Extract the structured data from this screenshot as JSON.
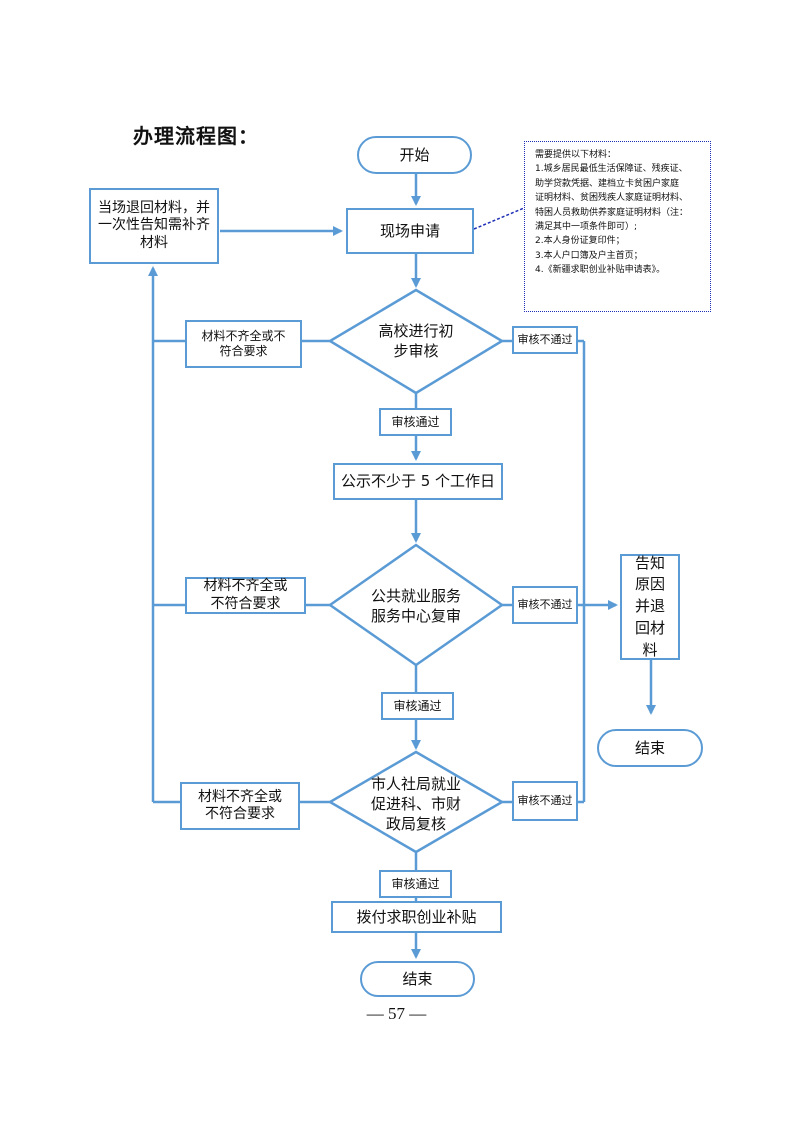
{
  "title": "办理流程图：",
  "page_number": "— 57 —",
  "colors": {
    "line": "#5b9bd5",
    "note_border": "#1f2fb5"
  },
  "nodes": {
    "start": "开始",
    "apply": "现场申请",
    "return_materials": "当场退回材料，并一次性告知需补齐材料",
    "review1": "高校进行初步审核",
    "pass1": "审核通过",
    "publicity": "公示不少于 5 个工作日",
    "review2": "公共就业服务服务中心复审",
    "pass2": "审核通过",
    "review3": "市人社局就业促进科、市财政局复核",
    "pass3": "审核通过",
    "payout": "拨付求职创业补贴",
    "end_main": "结束",
    "fail1": "审核不通过",
    "fail2": "审核不通过",
    "fail3": "审核不通过",
    "incomplete1": "材料不齐全或不符合要求",
    "incomplete2": "材料不齐全或不符合要求",
    "incomplete3": "材料不齐全或不符合要求",
    "notify_return": "告知原因并退回材料",
    "end_side": "结束"
  },
  "note": {
    "header": "需要提供以下材料：",
    "items": [
      "1.城乡居民最低生活保障证、残疾证、",
      "助学贷款凭据、建档立卡贫困户家庭",
      "证明材料、贫困残疾人家庭证明材料、",
      "特困人员救助供养家庭证明材料（注：",
      "满足其中一项条件即可）;",
      "2.本人身份证复印件；",
      "3.本人户口簿及户主首页；",
      "4.《新疆求职创业补贴申请表》。"
    ]
  }
}
